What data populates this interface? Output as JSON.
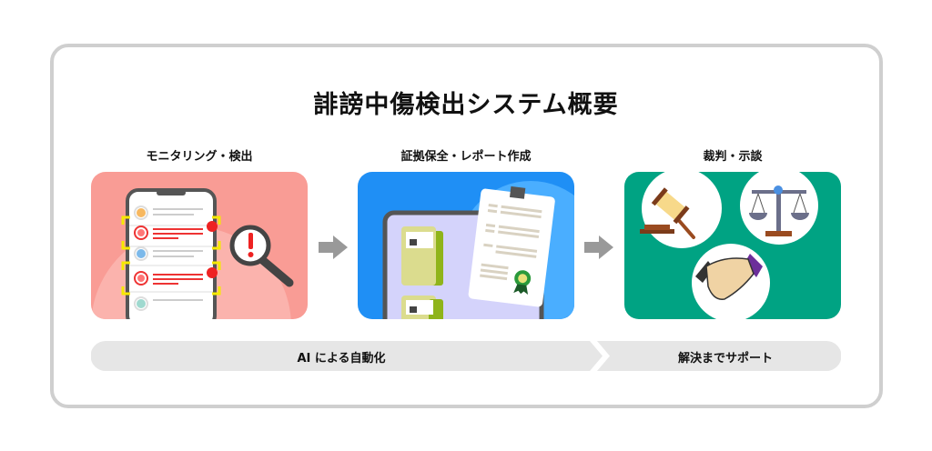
{
  "title": "誹謗中傷検出システム概要",
  "steps": [
    {
      "label": "モニタリング・検出",
      "icon": "phone-magnifier-illustration",
      "color": "#f99c95"
    },
    {
      "label": "証拠保全・レポート作成",
      "icon": "folder-document-illustration",
      "color": "#1f8ff5"
    },
    {
      "label": "裁判・示談",
      "icon": "gavel-scale-handshake-illustration",
      "color": "#00a383"
    }
  ],
  "bottom_bar": {
    "left_label": "AI による自動化",
    "right_label": "解決までサポート",
    "color": "#e6e6e6"
  }
}
